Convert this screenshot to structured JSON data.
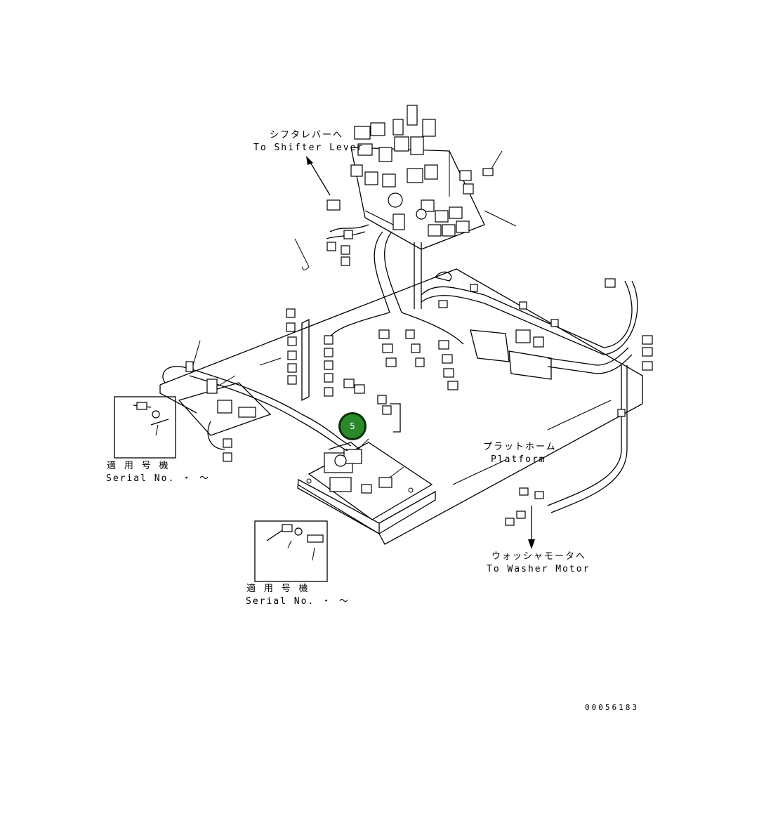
{
  "labels": {
    "shifter_jp": "シフタレバーへ",
    "shifter_en": "To Shifter Lever",
    "platform_jp": "プラットホーム",
    "platform_en": "Platform",
    "washer_jp": "ウォッシャモータへ",
    "washer_en": "To Washer Motor",
    "serial1_jp": "適 用 号 機",
    "serial1_en": "Serial No.  ・ ～",
    "serial2_jp": "適 用 号 機",
    "serial2_en": "Serial No.  ・ ～",
    "drawing_number": "00056183"
  },
  "callouts": [
    {
      "id": "5",
      "label": "5"
    }
  ],
  "colors": {
    "callout_fill": "#2a8a2a",
    "callout_border": "#0b2e0b",
    "line": "#000000"
  }
}
